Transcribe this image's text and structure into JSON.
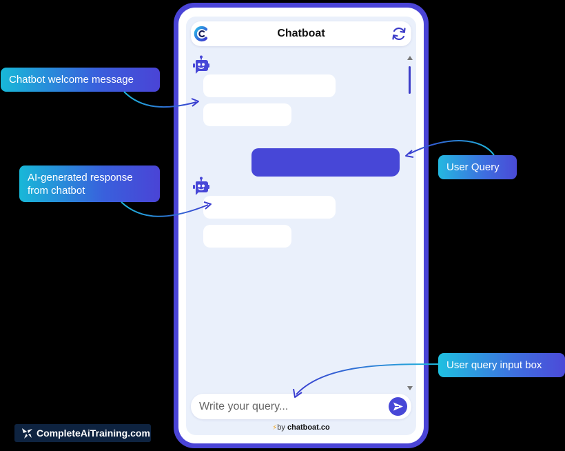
{
  "header": {
    "title": "Chatboat",
    "logo_icon": "chatboat-logo-icon",
    "refresh_icon": "refresh-icon"
  },
  "messages": [
    {
      "sender": "bot",
      "avatar_icon": "robot-icon",
      "bubbles": 2
    },
    {
      "sender": "user",
      "bubbles": 1
    },
    {
      "sender": "bot",
      "avatar_icon": "robot-icon",
      "bubbles": 2
    }
  ],
  "input": {
    "placeholder": "Write your query...",
    "value": "",
    "send_icon": "send-icon"
  },
  "footer": {
    "prefix": "by",
    "brand": "chatboat.co",
    "bolt_icon": "lightning-icon"
  },
  "callouts": {
    "welcome": "Chatbot welcome message",
    "ai_response_line1": "AI-generated response",
    "ai_response_line2": "from chatbot",
    "user_query": "User Query",
    "input_box": "User query input box"
  },
  "watermark": {
    "text": "CompleteAiTraining.com"
  },
  "colors": {
    "accent": "#4747d7",
    "frame": "#4a44d6",
    "chat_bg": "#eaf0fb",
    "callout_start": "#18b8d8",
    "callout_end": "#4a44d6"
  }
}
